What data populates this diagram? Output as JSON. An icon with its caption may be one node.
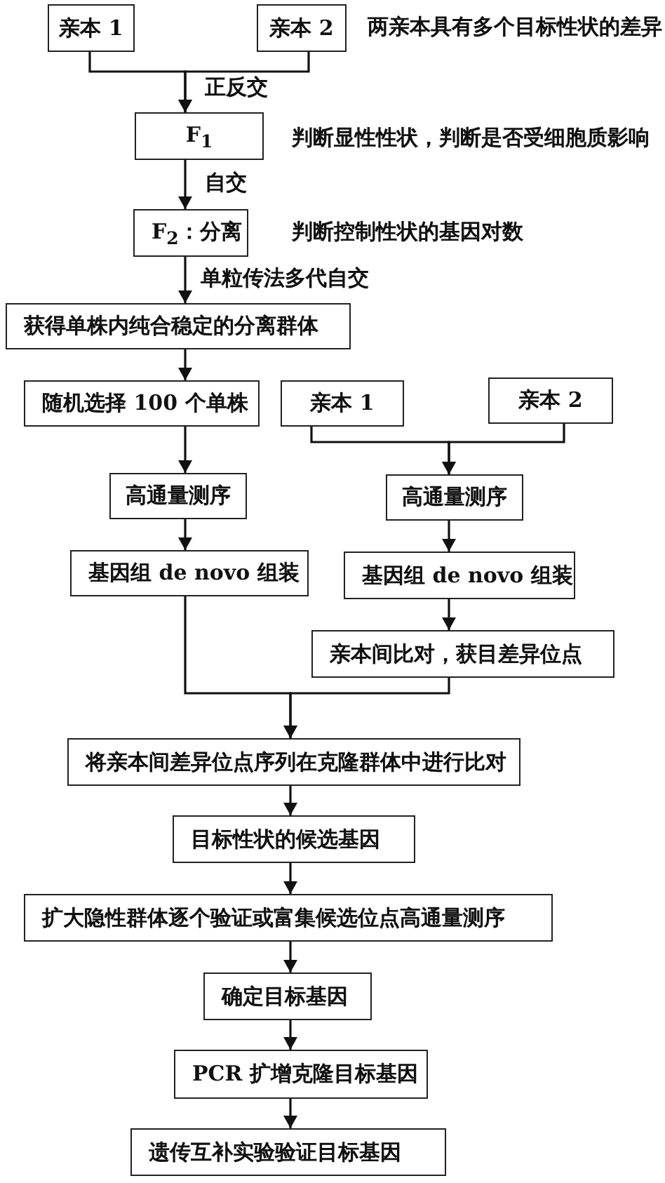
{
  "diagram": {
    "nodes": [
      {
        "text": [
          "亲本 1"
        ]
      },
      {
        "text": [
          "亲本 2"
        ],
        "beside": [
          "两亲本具有多个目标性状的差异"
        ]
      },
      {
        "text": [
          "F$_{1}$"
        ],
        "beside": [
          "判断显性性状，判断是否受细胞质影响"
        ]
      },
      {
        "text": [
          "F$_{2}$：分离"
        ],
        "beside": [
          "判断控制性状的基因对数"
        ]
      },
      {
        "text": [
          "获得单株内纯合稳定的分离群体"
        ]
      },
      {
        "text": [
          "随机选择 100 个单株"
        ]
      },
      {
        "text": [
          "亲本 1"
        ]
      },
      {
        "text": [
          "亲本 2"
        ]
      },
      {
        "text": [
          "高通量测序"
        ]
      },
      {
        "text": [
          "高通量测序"
        ]
      },
      {
        "text": [
          "基因组 de novo 组装"
        ]
      },
      {
        "text": [
          "基因组 de novo 组装"
        ]
      },
      {
        "text": [
          "亲本间比对，获目差异位点"
        ]
      },
      {
        "text": [
          "将亲本间差异位点序列在克隆群体中进行比对"
        ]
      },
      {
        "text": [
          "目标性状的候选基因"
        ]
      },
      {
        "text": [
          "扩大隐性群体逐个验证或富集候选位点高通量测序"
        ]
      },
      {
        "text": [
          "确定目标基因"
        ]
      },
      {
        "text": [
          "PCR 扩增克隆目标基因"
        ]
      },
      {
        "text": [
          "遗传互补实验验证目标基因"
        ]
      }
    ],
    "edges": [
      {
        "from": 0,
        "to": 2,
        "arrow": "to",
        "label": "正反交"
      },
      {
        "from": 1,
        "to": 2,
        "arrow": "to"
      },
      {
        "from": 2,
        "to": 3,
        "arrow": "to",
        "label": "自交"
      },
      {
        "from": 3,
        "to": 4,
        "arrow": "to",
        "label": "单粒传法多代自交"
      },
      {
        "from": 4,
        "to": 5,
        "arrow": "to"
      },
      {
        "from": 5,
        "to": 8,
        "arrow": "to"
      },
      {
        "from": 6,
        "to": 9,
        "arrow": "to"
      },
      {
        "from": 7,
        "to": 9,
        "arrow": "to"
      },
      {
        "from": 8,
        "to": 10,
        "arrow": "to"
      },
      {
        "from": 9,
        "to": 11,
        "arrow": "to"
      },
      {
        "from": 11,
        "to": 12,
        "arrow": "to"
      },
      {
        "from": 10,
        "to": 13,
        "arrow": "to"
      },
      {
        "from": 12,
        "to": 13,
        "arrow": "to"
      },
      {
        "from": 13,
        "to": 14,
        "arrow": "to"
      },
      {
        "from": 14,
        "to": 15,
        "arrow": "to"
      },
      {
        "from": 15,
        "to": 16,
        "arrow": "to"
      },
      {
        "from": 16,
        "to": 17,
        "arrow": "to"
      },
      {
        "from": 17,
        "to": 18,
        "arrow": "to"
      }
    ]
  }
}
